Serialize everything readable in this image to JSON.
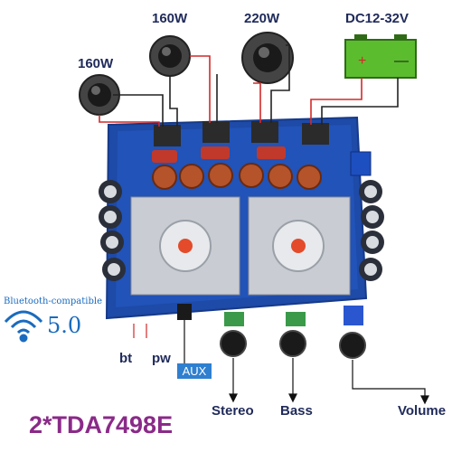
{
  "labels": {
    "speaker_160w_top": "160W",
    "speaker_220w": "220W",
    "power": "DC12-32V",
    "speaker_160w_left": "160W",
    "bluetooth_label": "Bluetooth-compatible",
    "bluetooth_version": "5.0",
    "bt": "bt",
    "pw": "pw",
    "aux": "AUX",
    "stereo": "Stereo",
    "bass": "Bass",
    "volume": "Volume",
    "product": "2*TDA7498E"
  },
  "colors": {
    "board": "#1e4aa8",
    "heatsink": "#c9ccd2",
    "label_text": "#1f2a5a",
    "product_text": "#8a2a88",
    "battery": "#5bbd2d",
    "wire_red": "#d22a2a",
    "wire_black": "#222222",
    "bluetooth_blue": "#1a6bbf"
  }
}
